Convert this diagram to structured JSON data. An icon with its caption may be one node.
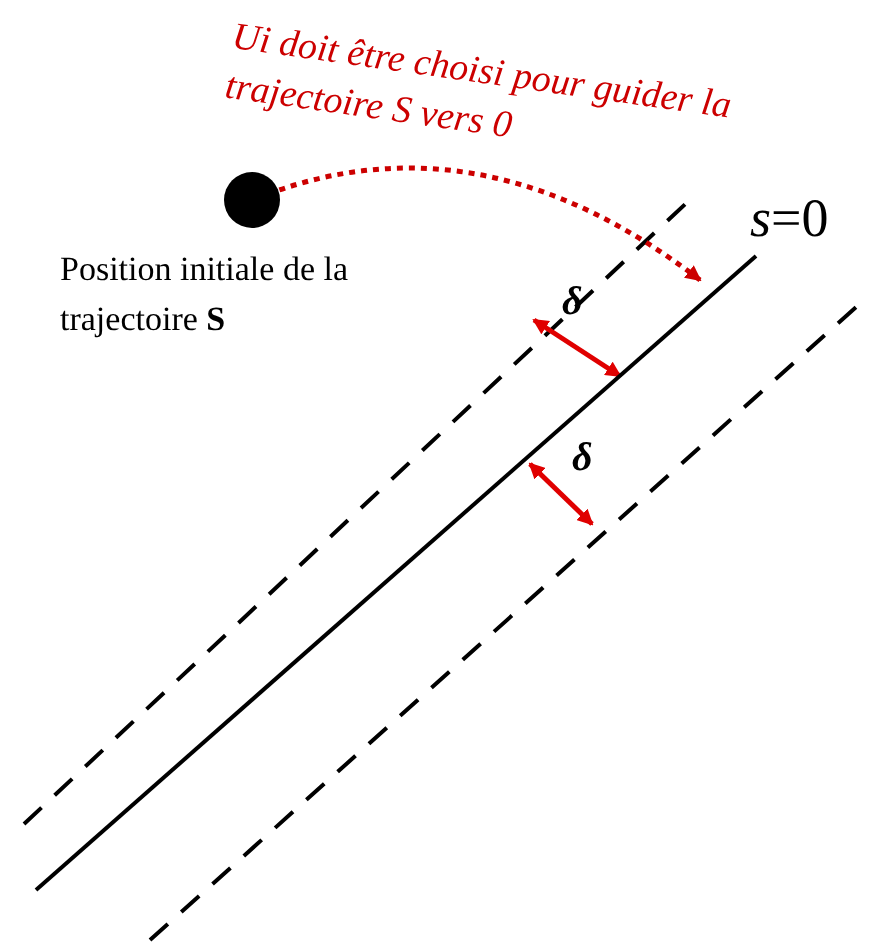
{
  "diagram": {
    "nodes": [
      {
        "text": [],
        "shape": "circle"
      },
      {
        "text": [],
        "shape": "line",
        "beside": [
          "*s*=0"
        ]
      }
    ],
    "edges": [
      {
        "from": 0,
        "to": 1,
        "arrow": "to",
        "style": "dashed",
        "color": "#cc0000",
        "label": "Ui doit être choisi pour guider la trajectoire S vers 0"
      }
    ],
    "labels": [
      "Position initiale de la trajectoire **S**",
      "δ",
      "δ"
    ]
  }
}
